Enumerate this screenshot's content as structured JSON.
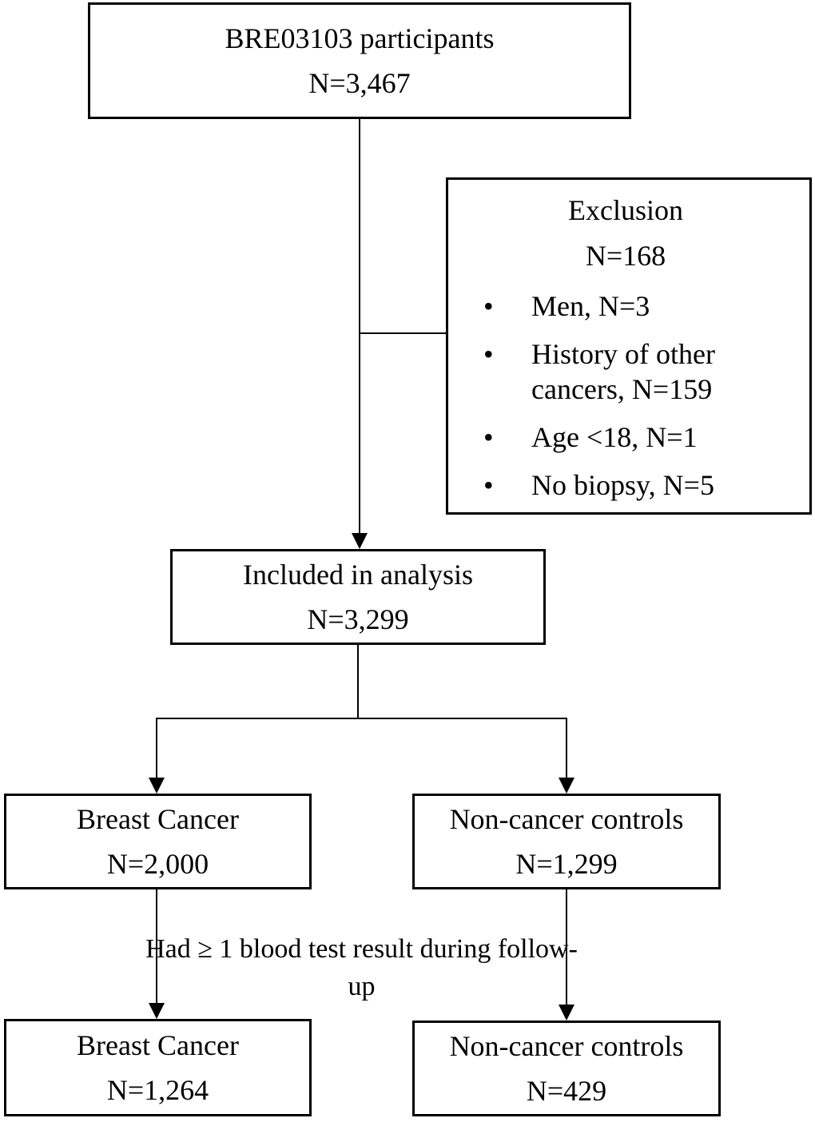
{
  "diagram": {
    "bullet_icon": "•",
    "boxes": {
      "participants": {
        "label": "BRE03103 participants",
        "count": "N=3,467"
      },
      "exclusion": {
        "title": "Exclusion",
        "count": "N=168",
        "items": [
          "Men, N=3",
          "History of other cancers, N=159",
          "Age <18, N=1",
          "No biopsy, N=5"
        ]
      },
      "included": {
        "label": "Included in analysis",
        "count": "N=3,299"
      },
      "breast_cancer": {
        "label": "Breast Cancer",
        "count": "N=2,000"
      },
      "non_cancer_controls": {
        "label": "Non-cancer controls",
        "count": "N=1,299"
      },
      "breast_cancer_followup": {
        "label": "Breast Cancer",
        "count": "N=1,264"
      },
      "non_cancer_controls_followup": {
        "label": "Non-cancer controls",
        "count": "N=429"
      }
    },
    "edge_label": "Had ≥ 1 blood test result during follow-up",
    "colors": {
      "line": "#000000",
      "text": "#000000",
      "border": "#000000",
      "background": "#ffffff"
    }
  }
}
